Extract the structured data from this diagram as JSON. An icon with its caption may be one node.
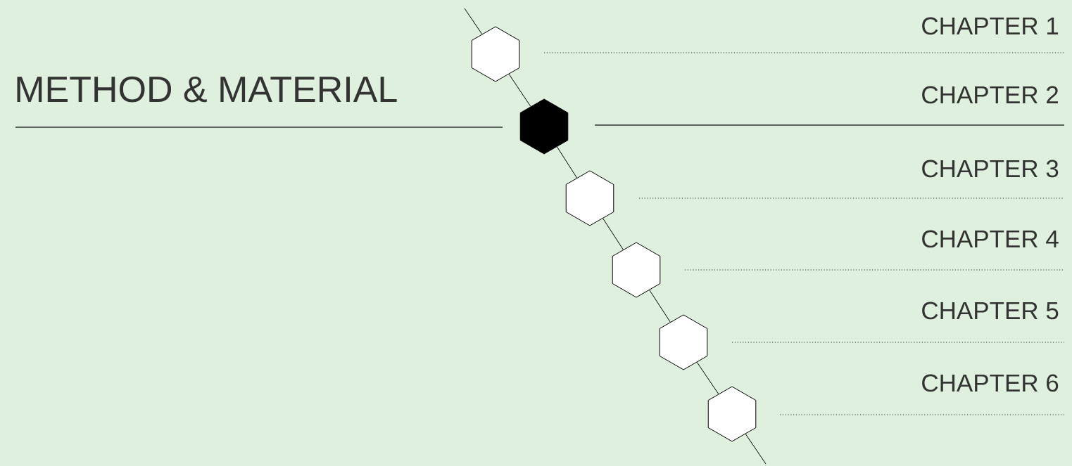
{
  "diagram": {
    "title": "METHOD & MATERIAL",
    "nodes": [
      {
        "text": [],
        "shape": "hexagon"
      },
      {
        "text": [],
        "shape": "hexagon"
      },
      {
        "text": [],
        "shape": "hexagon"
      },
      {
        "text": [],
        "shape": "hexagon"
      },
      {
        "text": [],
        "shape": "hexagon"
      },
      {
        "text": [],
        "shape": "hexagon"
      }
    ],
    "edges": [
      {
        "from": null,
        "to": 0,
        "arrow": "none"
      },
      {
        "from": 0,
        "to": 1,
        "arrow": "none"
      },
      {
        "from": 1,
        "to": 2,
        "arrow": "none"
      },
      {
        "from": 2,
        "to": 3,
        "arrow": "none"
      },
      {
        "from": 3,
        "to": 4,
        "arrow": "none"
      },
      {
        "from": 4,
        "to": 5,
        "arrow": "none"
      },
      {
        "from": 5,
        "to": null,
        "arrow": "none"
      }
    ],
    "labels": [
      "CHAPTER 1",
      "CHAPTER 2",
      "CHAPTER 3",
      "CHAPTER 4",
      "CHAPTER 5",
      "CHAPTER 6"
    ]
  }
}
